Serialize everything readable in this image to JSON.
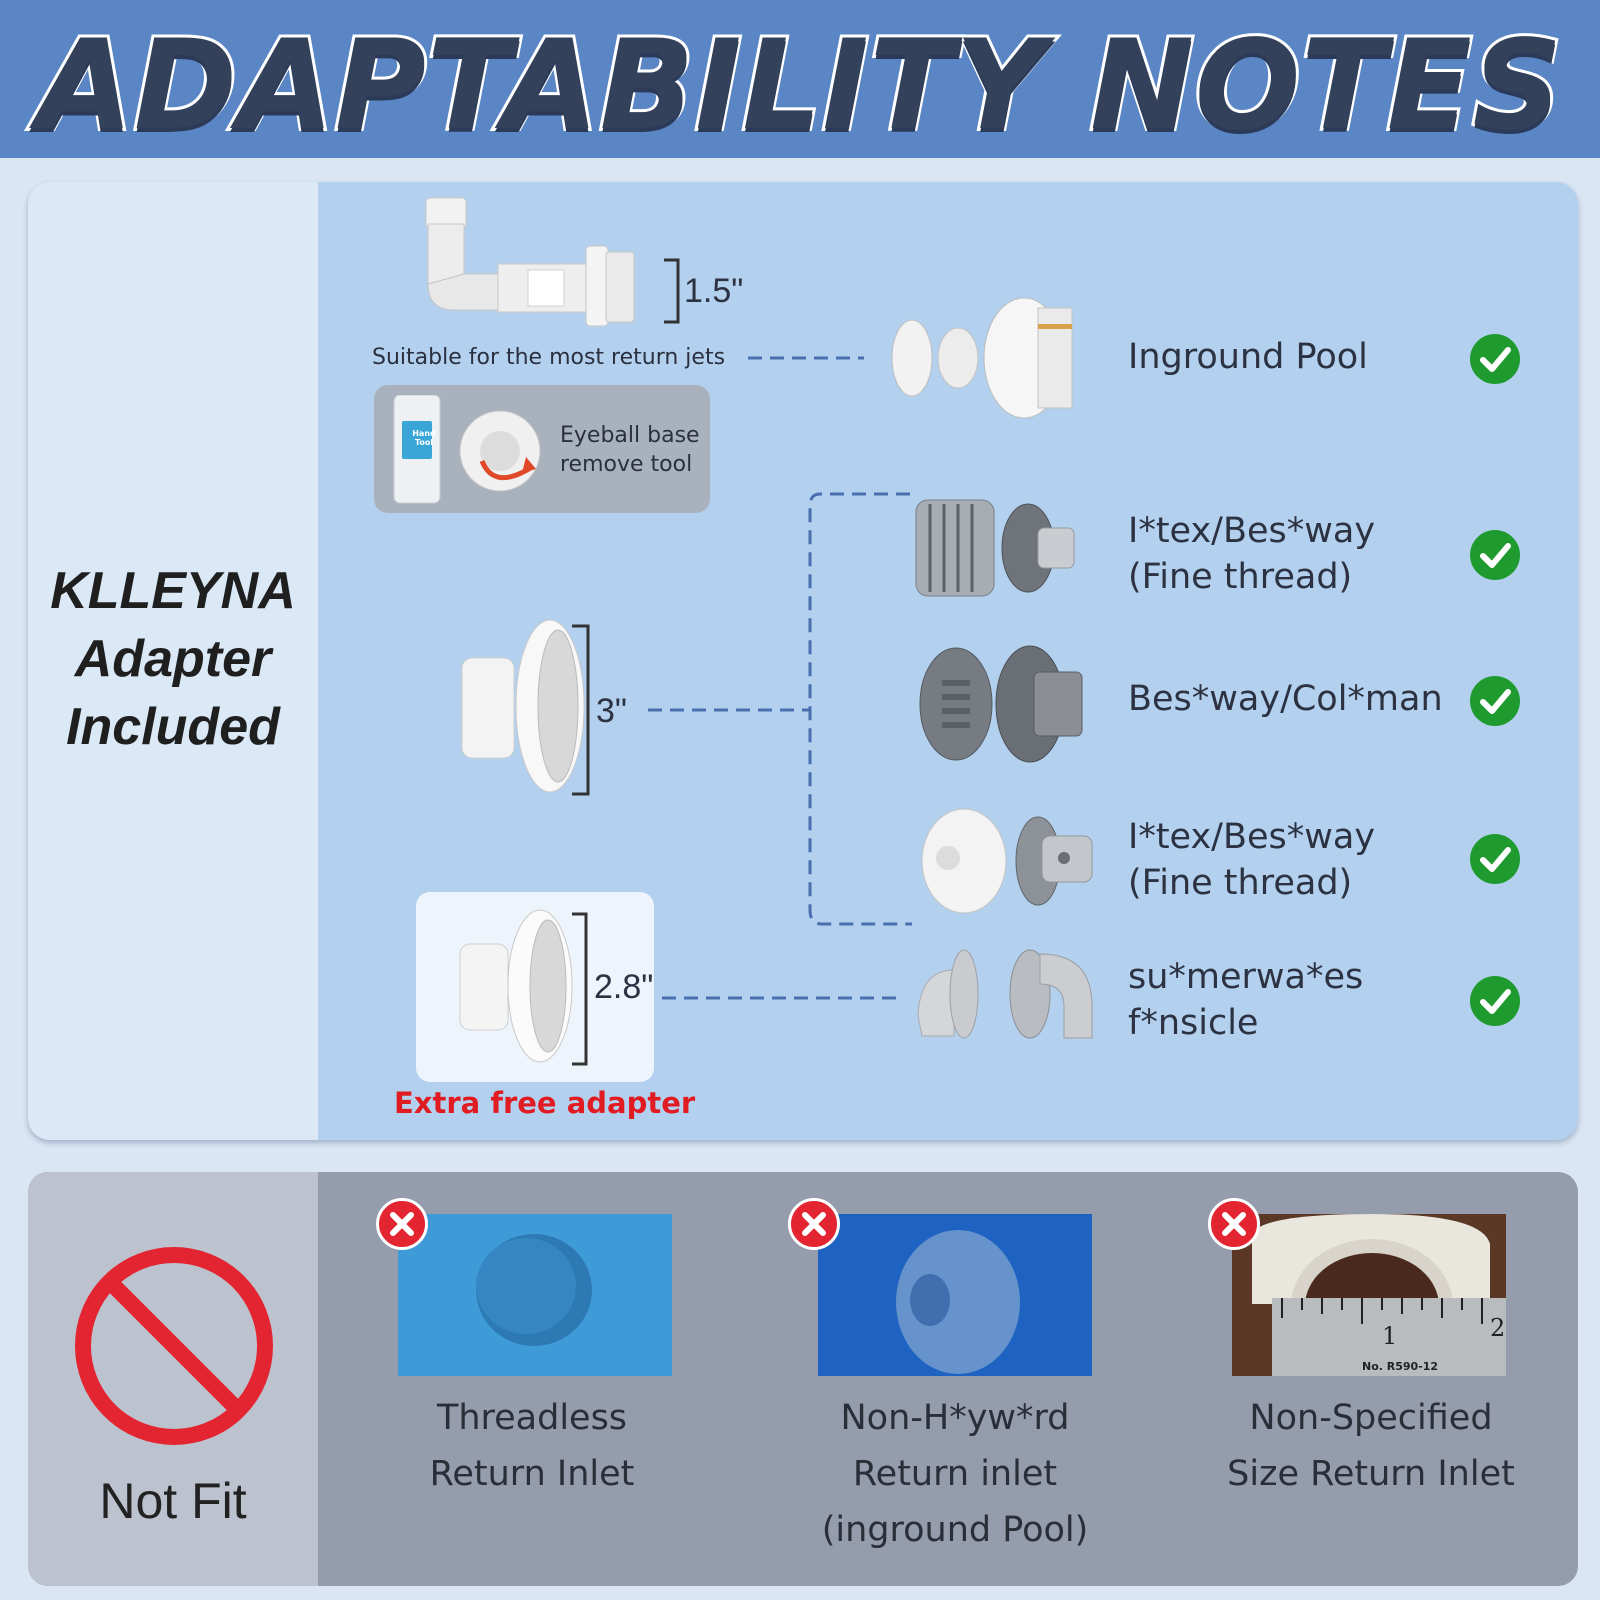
{
  "header": {
    "title": "ADAPTABILITY NOTES"
  },
  "brand": {
    "line1": "KLLEYNA",
    "line2": "Adapter",
    "line3": "Included"
  },
  "adapters": {
    "small": {
      "size": "1.5\"",
      "caption": "Suitable for the most return jets"
    },
    "tool": {
      "line1": "Eyeball base",
      "line2": "remove tool",
      "packet_line1": "Hand",
      "packet_line2": "Tool"
    },
    "medium": {
      "size": "3\""
    },
    "extra": {
      "size": "2.8\"",
      "caption": "Extra free adapter"
    }
  },
  "compatible": [
    {
      "line1": "Inground Pool",
      "line2": ""
    },
    {
      "line1": "I*tex/Bes*way",
      "line2": "(Fine thread)"
    },
    {
      "line1": "Bes*way/Col*man",
      "line2": ""
    },
    {
      "line1": "I*tex/Bes*way",
      "line2": "(Fine thread)"
    },
    {
      "line1": "su*merwa*es",
      "line2": "f*nsicle"
    }
  ],
  "not_fit": {
    "title": "Not Fit",
    "items": [
      {
        "line1": "Threadless",
        "line2": "Return Inlet",
        "line3": ""
      },
      {
        "line1": "Non-H*yw*rd",
        "line2": "Return inlet",
        "line3": "(inground Pool)"
      },
      {
        "line1": "Non-Specified",
        "line2": "Size Return Inlet",
        "line3": ""
      }
    ],
    "ruler": {
      "mark1": "1",
      "mark2": "2",
      "model": "No. R590-12"
    }
  },
  "colors": {
    "header_bg": "#5b86c5",
    "panel_bg": "#b3d1ee",
    "check": "#1f9a2e",
    "cross": "#e32531",
    "extra_label": "#e11b22"
  }
}
